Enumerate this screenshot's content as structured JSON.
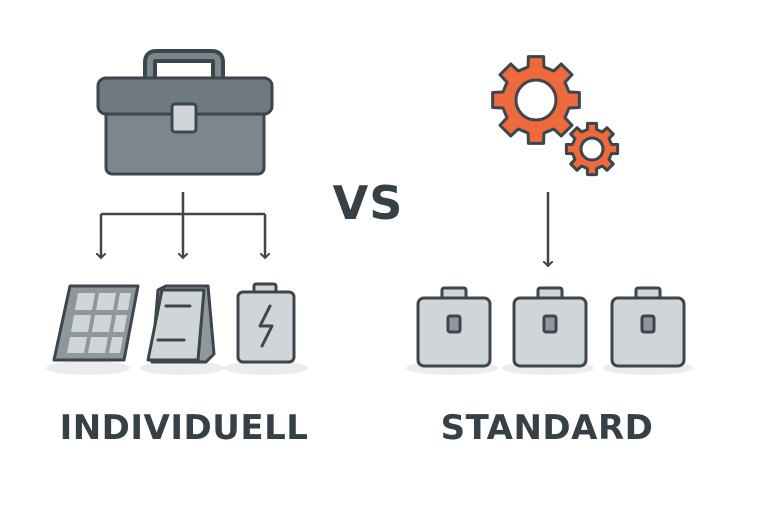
{
  "labels": {
    "vs": "VS",
    "left": "INDIVIDUELL",
    "right": "STANDARD"
  },
  "colors": {
    "dark": "#3c464c",
    "toolbox_fill": "#7c878d",
    "toolbox_lid": "#6f7a80",
    "light_gray": "#d2d5d7",
    "panel_gray": "#8d979c",
    "gear_orange": "#ee6a3c",
    "shadow": "#ececec",
    "text": "#354047"
  },
  "icons": {
    "toolbox": "toolbox-icon",
    "gears": "gears-icon",
    "solar_panel": "solar-panel-icon",
    "battery_pack": "battery-pack-icon",
    "battery_charge": "battery-charge-icon",
    "standard_modules": [
      "battery-module-icon",
      "battery-module-icon",
      "battery-module-icon"
    ]
  }
}
